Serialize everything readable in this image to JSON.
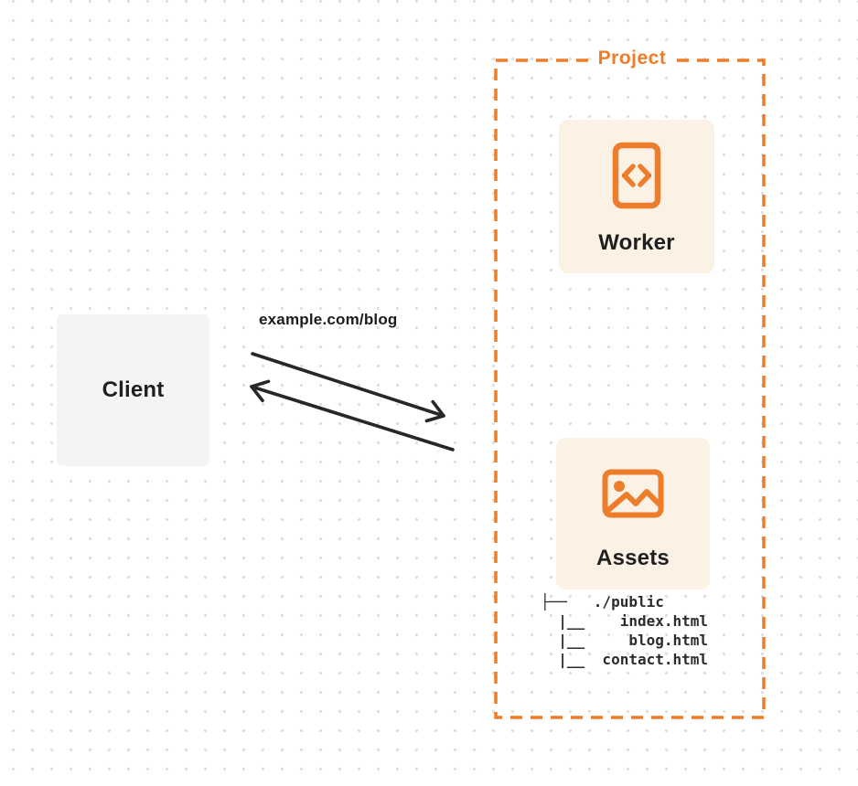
{
  "client": {
    "label": "Client"
  },
  "request": {
    "url_label": "example.com/blog"
  },
  "project": {
    "label": "Project",
    "worker": {
      "label": "Worker",
      "icon": "code-document-icon"
    },
    "assets": {
      "label": "Assets",
      "icon": "image-icon",
      "file_tree": [
        "├──   ./public",
        "  |__    index.html",
        "  |__     blog.html",
        "  |__  contact.html"
      ]
    }
  },
  "colors": {
    "accent_orange": "#ee7d2b",
    "card_background": "#fbf1e4",
    "client_background": "#f4f4f5",
    "arrow_dark": "#272727",
    "text_dark": "#1f1f1f",
    "dot_grid": "#dedede"
  }
}
